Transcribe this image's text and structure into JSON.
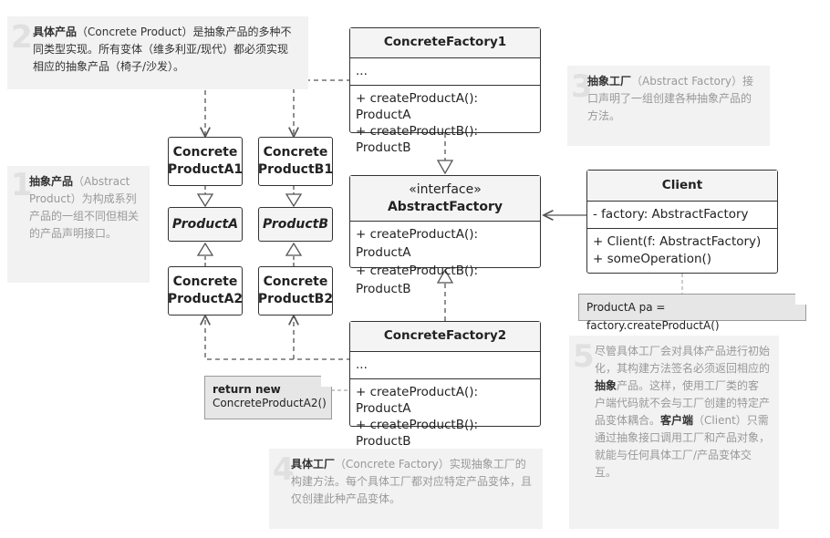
{
  "notes": {
    "n1": {
      "num": "1",
      "bold": "抽象产品",
      "text": "（Abstract Product）为构成系列产品的一组不同但相关的产品声明接口。"
    },
    "n2": {
      "num": "2",
      "bold": "具体产品",
      "text": "（Concrete Product）是抽象产品的多种不同类型实现。所有变体（维多利亚/现代）都必须实现相应的抽象产品（椅子/沙发）。"
    },
    "n3": {
      "num": "3",
      "bold": "抽象工厂",
      "text": "（Abstract Factory）接口声明了一组创建各种抽象产品的方法。"
    },
    "n4": {
      "num": "4",
      "bold": "具体工厂",
      "text": "（Concrete Factory）实现抽象工厂的构建方法。每个具体工厂都对应特定产品变体，且仅创建此种产品变体。"
    },
    "n5": {
      "num": "5",
      "text1": "尽管具体工厂会对具体产品进行初始化，其构建方法签名必须返回相应的",
      "bold1": "抽象",
      "text2": "产品。这样，使用工厂类的客户端代码就不会与工厂创建的特定产品变体耦合。",
      "bold2": "客户端",
      "text3": "（Client）只需通过抽象接口调用工厂和产品对象，就能与任何具体工厂/产品变体交互。"
    }
  },
  "classes": {
    "cf1": {
      "name": "ConcreteFactory1",
      "field": "...",
      "m1": "+ createProductA(): ProductA",
      "m2": "+ createProductB(): ProductB"
    },
    "af": {
      "stereo": "«interface»",
      "name": "AbstractFactory",
      "m1": "+ createProductA(): ProductA",
      "m2": "+ createProductB(): ProductB"
    },
    "cf2": {
      "name": "ConcreteFactory2",
      "field": "...",
      "m1": "+ createProductA(): ProductA",
      "m2": "+ createProductB(): ProductB"
    },
    "client": {
      "name": "Client",
      "field": "- factory: AbstractFactory",
      "m1": "+ Client(f: AbstractFactory)",
      "m2": "+ someOperation()"
    }
  },
  "products": {
    "a1": {
      "l1": "Concrete",
      "l2": "ProductA1"
    },
    "b1": {
      "l1": "Concrete",
      "l2": "ProductB1"
    },
    "pa": "ProductA",
    "pb": "ProductB",
    "a2": {
      "l1": "Concrete",
      "l2": "ProductA2"
    },
    "b2": {
      "l1": "Concrete",
      "l2": "ProductB2"
    }
  },
  "memos": {
    "client": "ProductA pa = factory.createProductA()",
    "ret_bold": "return new",
    "ret_text": "ConcreteProductA2()"
  }
}
